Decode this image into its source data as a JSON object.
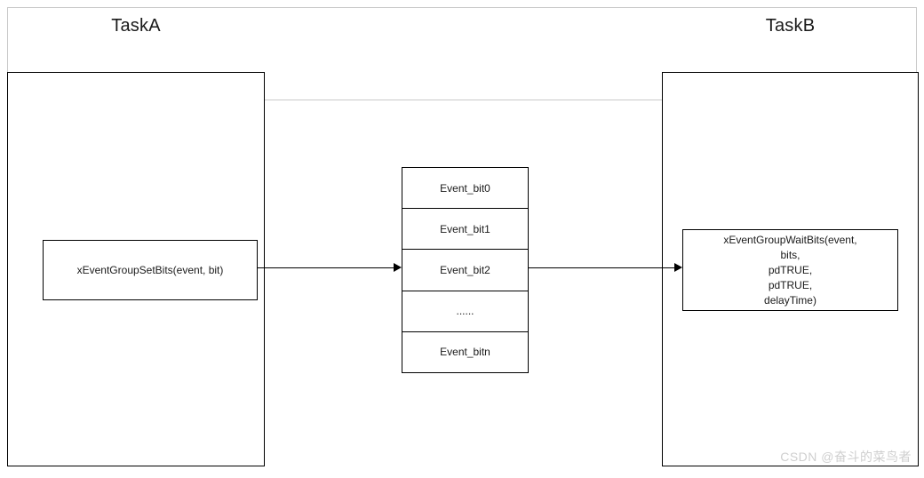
{
  "diagram": {
    "title_left": "TaskA",
    "title_right": "TaskB",
    "left_call": "xEventGroupSetBits(event, bit)",
    "right_call_lines": [
      "xEventGroupWaitBits(event,",
      "bits,",
      "pdTRUE,",
      "pdTRUE,",
      "delayTime)"
    ],
    "event_bits": [
      "Event_bit0",
      "Event_bit1",
      "Event_bit2",
      "......",
      "Event_bitn"
    ],
    "arrows": [
      {
        "name": "set-bits-to-event-group",
        "direction": "right"
      },
      {
        "name": "event-group-to-wait-bits",
        "direction": "right"
      }
    ],
    "watermark": "CSDN @奋斗的菜鸟者",
    "colors": {
      "stroke": "#000000",
      "frame": "#c9c9c9",
      "text": "#1a1a1a",
      "background": "#ffffff",
      "watermark": "#cfcfcf"
    }
  }
}
